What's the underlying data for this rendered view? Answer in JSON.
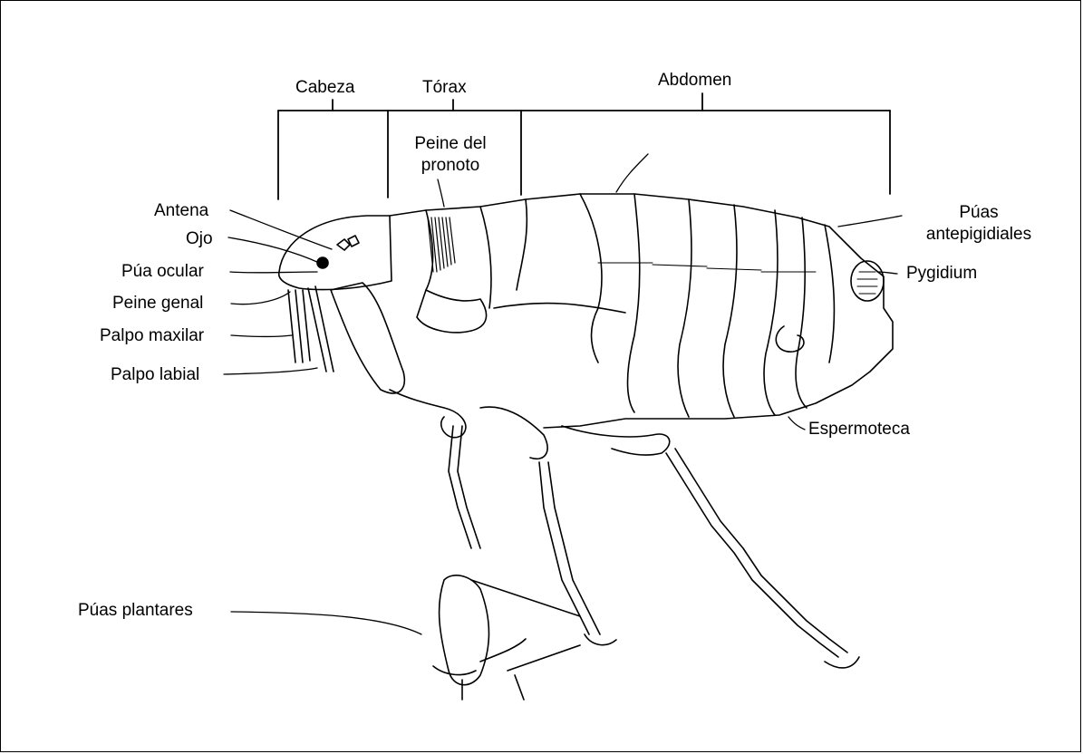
{
  "labels": {
    "cabeza": "Cabeza",
    "torax": "Tórax",
    "abdomen": "Abdomen",
    "peine_pronoto_1": "Peine del",
    "peine_pronoto_2": "pronoto",
    "antena": "Antena",
    "ojo": "Ojo",
    "pua_ocular": "Púa ocular",
    "peine_genal": "Peine genal",
    "palpo_maxilar": "Palpo maxilar",
    "palpo_labial": "Palpo labial",
    "puas_antepigidiales_1": "Púas",
    "puas_antepigidiales_2": "antepigidiales",
    "pygidium": "Pygidium",
    "espermoteca": "Espermoteca",
    "puas_plantares": "Púas plantares"
  },
  "colors": {
    "ink": "#000000",
    "background": "#ffffff"
  }
}
